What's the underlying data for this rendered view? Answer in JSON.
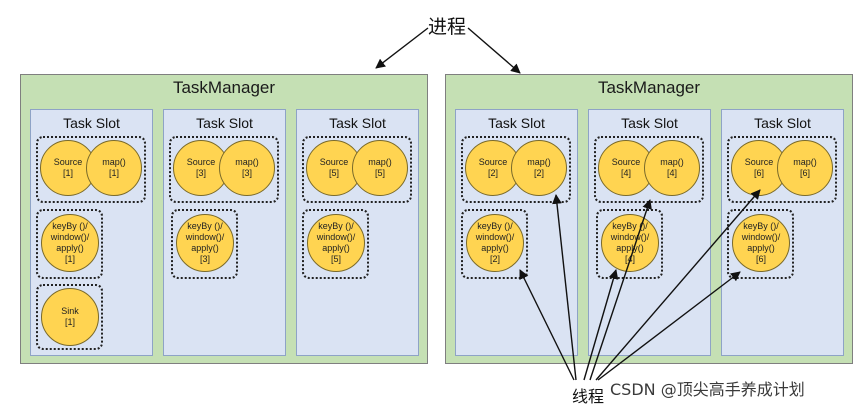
{
  "process_label": "进程",
  "thread_label": "线程",
  "watermark": "CSDN @顶尖高手养成计划",
  "task_managers": [
    {
      "title": "TaskManager",
      "slots": [
        {
          "title": "Task Slot",
          "source": "Source\n[1]",
          "map": "map()\n[1]",
          "keyby": "keyBy ()/\nwindow()/\napply()\n[1]",
          "sink": "Sink\n[1]"
        },
        {
          "title": "Task Slot",
          "source": "Source\n[3]",
          "map": "map()\n[3]",
          "keyby": "keyBy ()/\nwindow()/\napply()\n[3]"
        },
        {
          "title": "Task Slot",
          "source": "Source\n[5]",
          "map": "map()\n[5]",
          "keyby": "keyBy ()/\nwindow()/\napply()\n[5]"
        }
      ]
    },
    {
      "title": "TaskManager",
      "slots": [
        {
          "title": "Task Slot",
          "source": "Source\n[2]",
          "map": "map()\n[2]",
          "keyby": "keyBy ()/\nwindow()/\napply()\n[2]"
        },
        {
          "title": "Task Slot",
          "source": "Source\n[4]",
          "map": "map()\n[4]",
          "keyby": "keyBy ()/\nwindow()/\napply()\n[4]"
        },
        {
          "title": "Task Slot",
          "source": "Source\n[6]",
          "map": "map()\n[6]",
          "keyby": "keyBy ()/\nwindow()/\napply()\n[6]"
        }
      ]
    }
  ]
}
